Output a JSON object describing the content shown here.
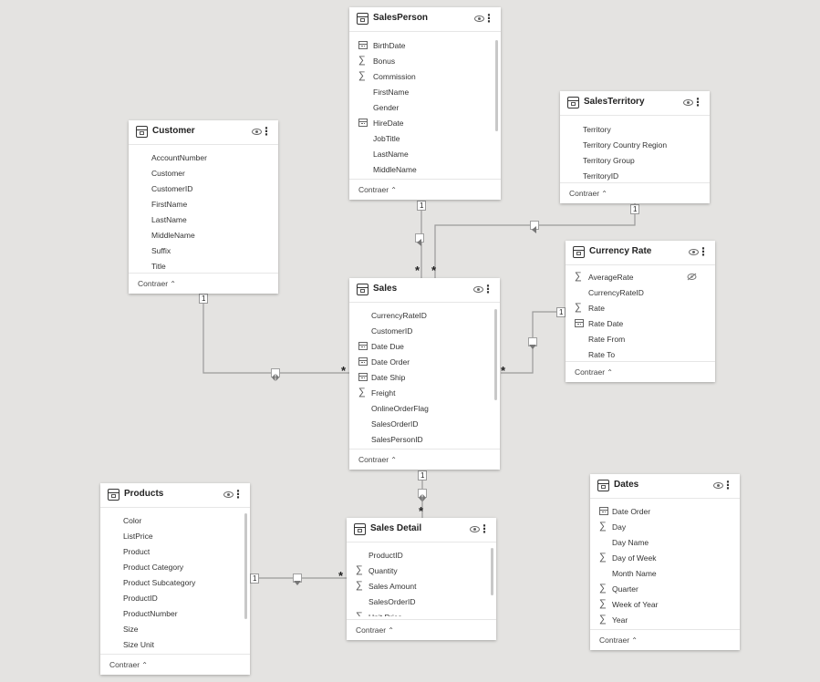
{
  "collapse_label": "Contraer",
  "tables": [
    {
      "id": "salesperson",
      "title": "SalesPerson",
      "fields": [
        {
          "name": "BirthDate",
          "icon": "calendar-icon"
        },
        {
          "name": "Bonus",
          "icon": "sigma-icon"
        },
        {
          "name": "Commission",
          "icon": "sigma-icon"
        },
        {
          "name": "FirstName",
          "icon": ""
        },
        {
          "name": "Gender",
          "icon": ""
        },
        {
          "name": "HireDate",
          "icon": "calendar-icon"
        },
        {
          "name": "JobTitle",
          "icon": ""
        },
        {
          "name": "LastName",
          "icon": ""
        },
        {
          "name": "MiddleName",
          "icon": ""
        }
      ]
    },
    {
      "id": "salesterritory",
      "title": "SalesTerritory",
      "fields": [
        {
          "name": "Territory",
          "icon": ""
        },
        {
          "name": "Territory Country Region",
          "icon": ""
        },
        {
          "name": "Territory Group",
          "icon": ""
        },
        {
          "name": "TerritoryID",
          "icon": ""
        }
      ]
    },
    {
      "id": "customer",
      "title": "Customer",
      "fields": [
        {
          "name": "AccountNumber",
          "icon": ""
        },
        {
          "name": "Customer",
          "icon": ""
        },
        {
          "name": "CustomerID",
          "icon": ""
        },
        {
          "name": "FirstName",
          "icon": ""
        },
        {
          "name": "LastName",
          "icon": ""
        },
        {
          "name": "MiddleName",
          "icon": ""
        },
        {
          "name": "Suffix",
          "icon": ""
        },
        {
          "name": "Title",
          "icon": ""
        }
      ]
    },
    {
      "id": "currencyrate",
      "title": "Currency Rate",
      "fields": [
        {
          "name": "AverageRate",
          "icon": "sigma-icon",
          "hidden": true
        },
        {
          "name": "CurrencyRateID",
          "icon": ""
        },
        {
          "name": "Rate",
          "icon": "sigma-icon"
        },
        {
          "name": "Rate Date",
          "icon": "calendar-icon"
        },
        {
          "name": "Rate From",
          "icon": ""
        },
        {
          "name": "Rate To",
          "icon": ""
        }
      ]
    },
    {
      "id": "sales",
      "title": "Sales",
      "fields": [
        {
          "name": "CurrencyRateID",
          "icon": ""
        },
        {
          "name": "CustomerID",
          "icon": ""
        },
        {
          "name": "Date Due",
          "icon": "calendar-icon"
        },
        {
          "name": "Date Order",
          "icon": "calendar-icon"
        },
        {
          "name": "Date Ship",
          "icon": "calendar-icon"
        },
        {
          "name": "Freight",
          "icon": "sigma-icon"
        },
        {
          "name": "OnlineOrderFlag",
          "icon": ""
        },
        {
          "name": "SalesOrderID",
          "icon": ""
        },
        {
          "name": "SalesPersonID",
          "icon": ""
        }
      ]
    },
    {
      "id": "products",
      "title": "Products",
      "fields": [
        {
          "name": "Color",
          "icon": ""
        },
        {
          "name": "ListPrice",
          "icon": ""
        },
        {
          "name": "Product",
          "icon": ""
        },
        {
          "name": "Product Category",
          "icon": ""
        },
        {
          "name": "Product Subcategory",
          "icon": ""
        },
        {
          "name": "ProductID",
          "icon": ""
        },
        {
          "name": "ProductNumber",
          "icon": ""
        },
        {
          "name": "Size",
          "icon": ""
        },
        {
          "name": "Size Unit",
          "icon": ""
        }
      ]
    },
    {
      "id": "salesdetail",
      "title": "Sales Detail",
      "fields": [
        {
          "name": "ProductID",
          "icon": ""
        },
        {
          "name": "Quantity",
          "icon": "sigma-icon"
        },
        {
          "name": "Sales Amount",
          "icon": "sigma-icon"
        },
        {
          "name": "SalesOrderID",
          "icon": ""
        },
        {
          "name": "Unit Price -",
          "icon": "sigma-icon"
        }
      ]
    },
    {
      "id": "dates",
      "title": "Dates",
      "fields": [
        {
          "name": "Date Order",
          "icon": "calendar-icon"
        },
        {
          "name": "Day",
          "icon": "sigma-icon"
        },
        {
          "name": "Day Name",
          "icon": ""
        },
        {
          "name": "Day of Week",
          "icon": "sigma-icon"
        },
        {
          "name": "Month Name",
          "icon": ""
        },
        {
          "name": "Quarter",
          "icon": "sigma-icon"
        },
        {
          "name": "Week of Year",
          "icon": "sigma-icon"
        },
        {
          "name": "Year",
          "icon": "sigma-icon"
        }
      ]
    }
  ],
  "relationships": [
    {
      "from": "salesperson",
      "from_card": "1",
      "to": "sales",
      "to_card": "*",
      "direction": "single"
    },
    {
      "from": "salesterritory",
      "from_card": "1",
      "to": "sales",
      "to_card": "*",
      "direction": "single"
    },
    {
      "from": "customer",
      "from_card": "1",
      "to": "sales",
      "to_card": "*",
      "direction": "both"
    },
    {
      "from": "currencyrate",
      "from_card": "1",
      "to": "sales",
      "to_card": "*",
      "direction": "single"
    },
    {
      "from": "sales",
      "from_card": "1",
      "to": "salesdetail",
      "to_card": "*",
      "direction": "both"
    },
    {
      "from": "products",
      "from_card": "1",
      "to": "salesdetail",
      "to_card": "*",
      "direction": "single"
    }
  ]
}
